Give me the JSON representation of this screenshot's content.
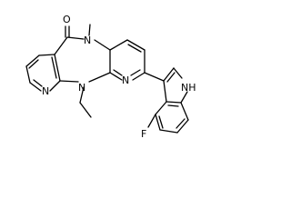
{
  "molecule": {
    "atom_labels": {
      "oxygen": "O",
      "n_methyl": "N",
      "n_ethyl": "N",
      "n_pyridine_left": "N",
      "n_pyridine_right": "N",
      "nh_indole": "NH",
      "fluorine": "F"
    },
    "colors": {
      "bond": "#000000",
      "label": "#000000",
      "background": "#ffffff"
    }
  }
}
